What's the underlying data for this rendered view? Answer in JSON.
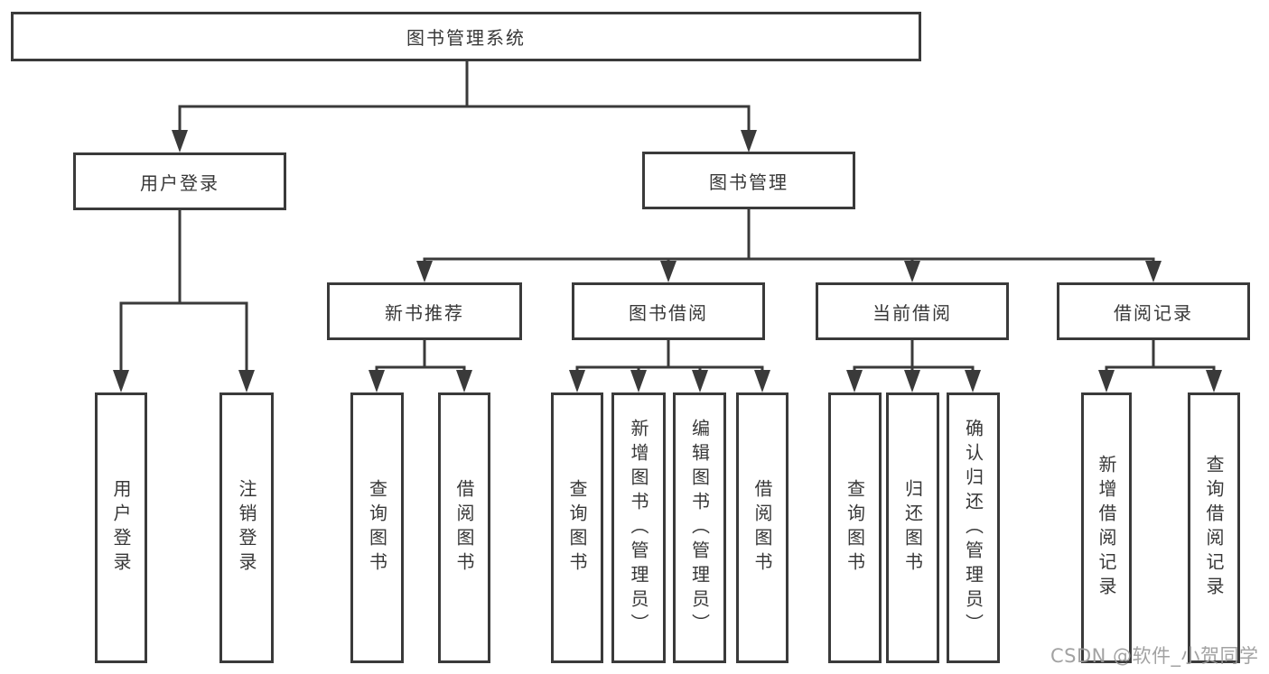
{
  "colors": {
    "line": "#3a3a3a",
    "box_border": "#3a3a3a",
    "text": "#383838",
    "background": "#ffffff",
    "watermark": "#9b9b9b"
  },
  "watermark": {
    "text": "CSDN @软件_小贺同学"
  },
  "tree": {
    "root": {
      "label": "图书管理系统"
    },
    "children": [
      {
        "label": "用户登录",
        "children": [
          {
            "label": "用户登录"
          },
          {
            "label": "注销登录"
          }
        ]
      },
      {
        "label": "图书管理",
        "children": [
          {
            "label": "新书推荐",
            "children": [
              {
                "label": "查询图书"
              },
              {
                "label": "借阅图书"
              }
            ]
          },
          {
            "label": "图书借阅",
            "children": [
              {
                "label": "查询图书"
              },
              {
                "label": "新增图书（管理员）"
              },
              {
                "label": "编辑图书（管理员）"
              },
              {
                "label": "借阅图书"
              }
            ]
          },
          {
            "label": "当前借阅",
            "children": [
              {
                "label": "查询图书"
              },
              {
                "label": "归还图书"
              },
              {
                "label": "确认归还（管理员）"
              }
            ]
          },
          {
            "label": "借阅记录",
            "children": [
              {
                "label": "新增借阅记录"
              },
              {
                "label": "查询借阅记录"
              }
            ]
          }
        ]
      }
    ]
  }
}
